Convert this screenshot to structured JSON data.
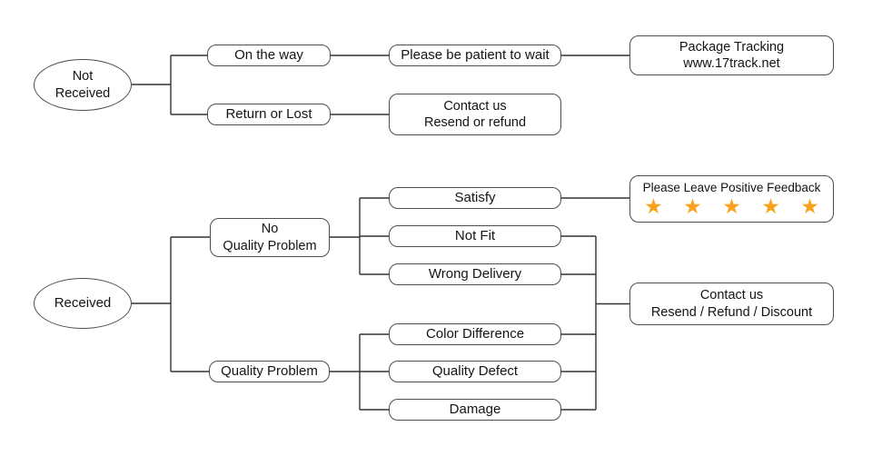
{
  "diagram": {
    "type": "flowchart",
    "colors": {
      "star": "#FAA21B",
      "node_border": "#4d4d4d",
      "line": "#333333",
      "background": "#ffffff"
    },
    "nodes": {
      "not_received": {
        "label": "Not\nReceived"
      },
      "on_the_way": {
        "label": "On the way"
      },
      "please_be_patient": {
        "label": "Please be patient to wait"
      },
      "package_tracking": {
        "label": "Package Tracking\nwww.17track.net"
      },
      "return_or_lost": {
        "label": "Return or Lost"
      },
      "contact_resend_refund": {
        "label": "Contact us\nResend or refund"
      },
      "received": {
        "label": "Received"
      },
      "no_quality_problem": {
        "label": "No\nQuality Problem"
      },
      "quality_problem": {
        "label": "Quality Problem"
      },
      "satisfy": {
        "label": "Satisfy"
      },
      "not_fit": {
        "label": "Not Fit"
      },
      "wrong_delivery": {
        "label": "Wrong Delivery"
      },
      "color_difference": {
        "label": "Color Difference"
      },
      "quality_defect": {
        "label": "Quality Defect"
      },
      "damage": {
        "label": "Damage"
      },
      "positive_feedback": {
        "label": "Please Leave Positive Feedback",
        "stars": "★ ★ ★ ★ ★",
        "star_count": "5"
      },
      "contact_resend_refund_discount": {
        "label": "Contact us\nResend / Refund / Discount"
      }
    },
    "edges": [
      [
        "not_received",
        "on_the_way"
      ],
      [
        "not_received",
        "return_or_lost"
      ],
      [
        "on_the_way",
        "please_be_patient"
      ],
      [
        "please_be_patient",
        "package_tracking"
      ],
      [
        "return_or_lost",
        "contact_resend_refund"
      ],
      [
        "received",
        "no_quality_problem"
      ],
      [
        "received",
        "quality_problem"
      ],
      [
        "no_quality_problem",
        "satisfy"
      ],
      [
        "no_quality_problem",
        "not_fit"
      ],
      [
        "no_quality_problem",
        "wrong_delivery"
      ],
      [
        "quality_problem",
        "color_difference"
      ],
      [
        "quality_problem",
        "quality_defect"
      ],
      [
        "quality_problem",
        "damage"
      ],
      [
        "satisfy",
        "positive_feedback"
      ],
      [
        "not_fit",
        "contact_resend_refund_discount"
      ],
      [
        "wrong_delivery",
        "contact_resend_refund_discount"
      ],
      [
        "color_difference",
        "contact_resend_refund_discount"
      ],
      [
        "quality_defect",
        "contact_resend_refund_discount"
      ],
      [
        "damage",
        "contact_resend_refund_discount"
      ]
    ]
  }
}
